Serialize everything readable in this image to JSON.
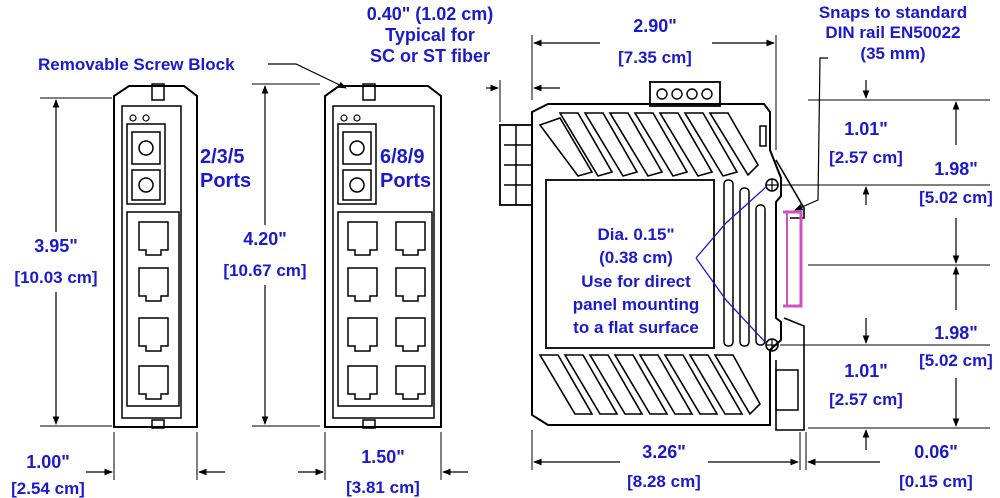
{
  "labels": {
    "screw_block": "Removable Screw Block",
    "fiber_dim": "0.40\" (1.02 cm)",
    "fiber_typ1": "Typical for",
    "fiber_typ2": "SC or ST fiber",
    "depth_in": "2.90\"",
    "depth_cm": "[7.35 cm]",
    "din1": "Snaps to standard",
    "din2": "DIN rail EN50022",
    "din3": "(35 mm)",
    "ports_a1": "2/3/5",
    "ports_a2": "Ports",
    "ports_b1": "6/8/9",
    "ports_b2": "Ports",
    "h1_in": "3.95\"",
    "h1_cm": "[10.03 cm]",
    "h2_in": "4.20\"",
    "h2_cm": "[10.67 cm]",
    "w1_in": "1.00\"",
    "w1_cm": "[2.54 cm]",
    "w2_in": "1.50\"",
    "w2_cm": "[3.81 cm]",
    "dia1": "Dia. 0.15\"",
    "dia2": "(0.38 cm)",
    "dia3": "Use for direct",
    "dia4": "panel mounting",
    "dia5": "to a flat surface",
    "top_off_in": "1.01\"",
    "top_off_cm": "[2.57 cm]",
    "upper_in": "1.98\"",
    "upper_cm": "[5.02 cm]",
    "lower_in": "1.98\"",
    "lower_cm": "[5.02 cm]",
    "bot_off_in": "1.01\"",
    "bot_off_cm": "[2.57 cm]",
    "overall_in": "3.26\"",
    "overall_cm": "[8.28 cm]",
    "rail_in": "0.06\"",
    "rail_cm": "[0.15 cm]"
  },
  "colors": {
    "dimension_text": "#1a1acc",
    "outline": "#000000",
    "din_rail": "#d050c0"
  }
}
